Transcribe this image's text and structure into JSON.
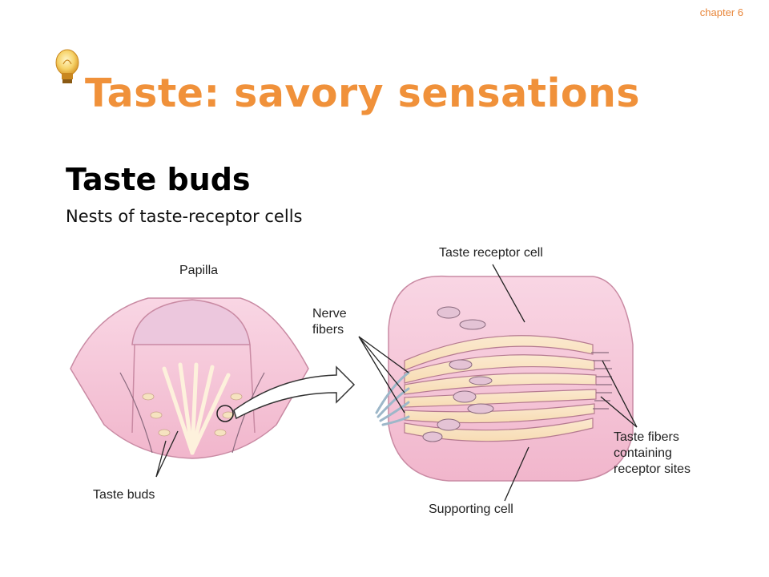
{
  "header": {
    "chapter": "chapter 6"
  },
  "slide": {
    "title": "Taste: savory sensations",
    "subtitle": "Taste buds",
    "description": "Nests of taste-receptor cells"
  },
  "diagram": {
    "labels": {
      "papilla": "Papilla",
      "taste_buds": "Taste buds",
      "nerve_line1": "Nerve",
      "nerve_line2": "fibers",
      "taste_receptor_cell": "Taste receptor cell",
      "supporting_cell": "Supporting cell",
      "fibers_line1": "Taste fibers",
      "fibers_line2": "containing",
      "fibers_line3": "receptor sites"
    }
  }
}
